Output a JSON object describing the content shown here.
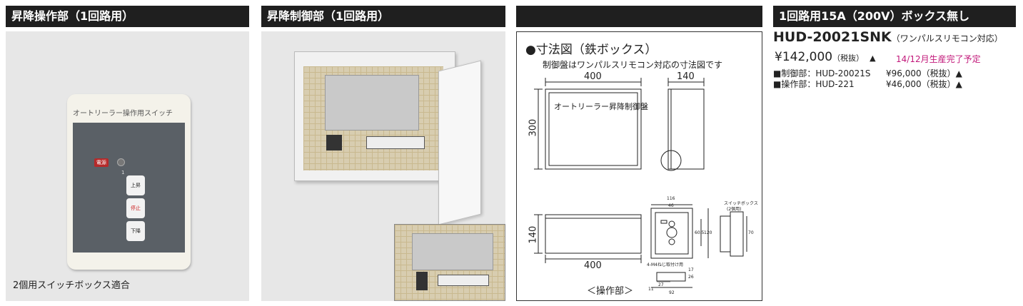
{
  "sections": {
    "operation": {
      "header": "昇降操作部（1回路用）",
      "caption": "2個用スイッチボックス適合"
    },
    "control": {
      "header": "昇降制御部（1回路用）"
    },
    "diagram": {
      "header": ""
    },
    "product": {
      "header": "1回路用15A（200V）ボックス無し"
    }
  },
  "switch_plate": {
    "title": "オートリーラー操作用スイッチ",
    "power_label": "電源",
    "number": "1",
    "buttons": [
      "上昇",
      "停止",
      "下降"
    ]
  },
  "diagram": {
    "title": "●寸法図（鉄ボックス）",
    "subtitle": "制御盤はワンパルスリモコン対応の寸法図です",
    "front_width": "400",
    "front_height": "300",
    "panel_label": "オートリーラー昇降制御盤",
    "side_depth": "140",
    "bottom_height": "140",
    "bottom_width": "400",
    "op_label": "＜操作部＞",
    "op_dims": {
      "d116": "116",
      "d46": "46",
      "d605": "60.5",
      "d120": "120",
      "d70": "70",
      "d27": "27",
      "d11": "11",
      "d92": "92",
      "d26": "26",
      "d17": "17",
      "screw": "4-M4ねじ取付け用",
      "switchbox": "スイッチボックス",
      "switchbox_sub": "(2個用)"
    }
  },
  "product": {
    "model": "HUD-20021SNK",
    "model_note": "（ワンパルスリモコン対応）",
    "price": "¥142,000",
    "tax": "（税抜）",
    "mark": "▲",
    "note": "14/12月生産完了予定",
    "parts": [
      {
        "label": "■制御部：HUD-20021S",
        "price": "¥96,000（税抜）▲"
      },
      {
        "label": "■操作部：HUD-221",
        "price": "¥46,000（税抜）▲"
      }
    ]
  },
  "colors": {
    "header_bg": "#1f1f1f",
    "note": "#c2187a",
    "panel_bg": "#e7e7e7"
  }
}
